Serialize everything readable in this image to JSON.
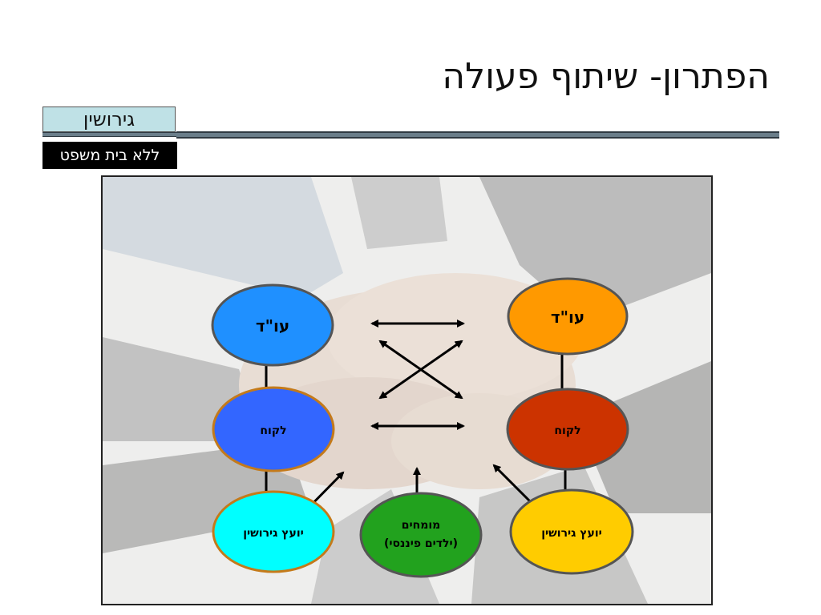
{
  "slide": {
    "title": "הפתרון- שיתוף פעולה",
    "tag_top": "גירושין",
    "tag_bottom": "ללא בית משפט"
  },
  "diagram": {
    "nodes": {
      "lawyer_left": {
        "label": "עו\"ד",
        "color": "#1f90ff"
      },
      "lawyer_right": {
        "label": "עו\"ד",
        "color": "#ff9900"
      },
      "client_left": {
        "label": "לקוח",
        "color": "#3366ff"
      },
      "client_right": {
        "label": "לקוח",
        "color": "#cc3300"
      },
      "advisor_left": {
        "label": "יועץ גירושין",
        "color": "#00ffff"
      },
      "advisor_right": {
        "label": "יועץ גירושין",
        "color": "#ffcc00"
      },
      "experts": {
        "label_line1": "מומחים",
        "label_line2": "(ילדים פיננסי)",
        "color": "#22a21e"
      }
    }
  }
}
